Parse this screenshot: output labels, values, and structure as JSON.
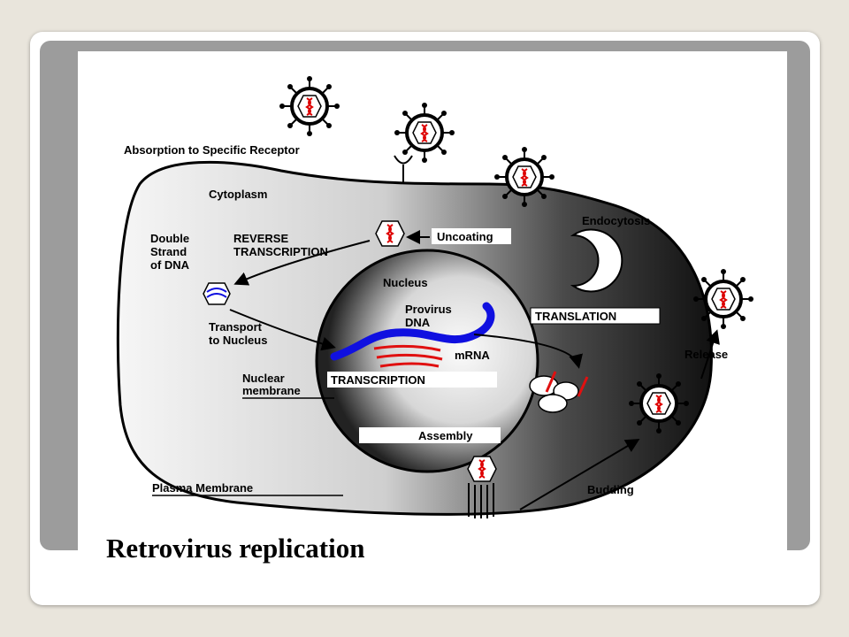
{
  "figure": {
    "title": "Retrovirus replication",
    "labels": {
      "absorption": "Absorption to Specific Receptor",
      "cytoplasm": "Cytoplasm",
      "endocytosis": "Endocytosis",
      "uncoating": "Uncoating",
      "double_strand_1": "Double",
      "double_strand_2": "Strand",
      "double_strand_3": "of DNA",
      "reverse_1": "REVERSE",
      "reverse_2": "TRANSCRIPTION",
      "nucleus": "Nucleus",
      "provirus_1": "Provirus",
      "provirus_2": "DNA",
      "translation": "TRANSLATION",
      "transport_1": "Transport",
      "transport_2": "to Nucleus",
      "mrna": "mRNA",
      "nuclear_membrane_1": "Nuclear",
      "nuclear_membrane_2": "membrane",
      "transcription": "TRANSCRIPTION",
      "release": "Release",
      "assembly": "Assembly",
      "plasma_membrane": "Plasma Membrane",
      "budding": "Budding"
    },
    "colors": {
      "dna": "#1010e0",
      "rna": "#e01010",
      "band": "#9c9c9c",
      "background": "#e9e5dc"
    }
  }
}
